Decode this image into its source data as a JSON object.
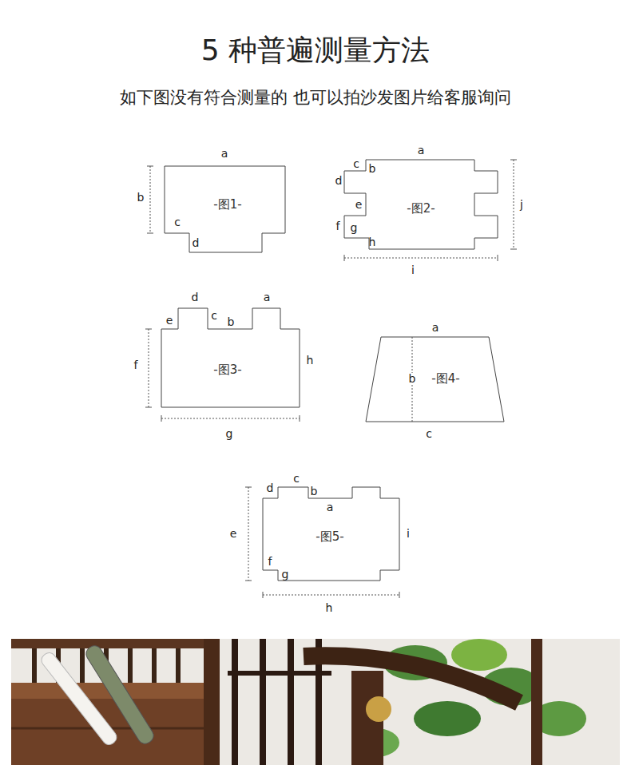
{
  "diagram": {
    "title": "5 种普遍测量方法",
    "nodes": [
      {
        "text": [
          "-图1-"
        ]
      },
      {
        "text": [
          "-图2-"
        ]
      },
      {
        "text": [
          "-图3-"
        ]
      },
      {
        "text": [
          "-图4-"
        ]
      },
      {
        "text": [
          "-图5-"
        ]
      }
    ],
    "labels": [
      "如下图没有符合测量的 也可以拍沙发图片给客服询问",
      "a",
      "b",
      "c",
      "d",
      "a",
      "c",
      "b",
      "d",
      "e",
      "f",
      "g",
      "h",
      "j",
      "i",
      "d",
      "a",
      "e",
      "c",
      "b",
      "f",
      "h",
      "g",
      "a",
      "b",
      "c",
      "c",
      "d",
      "b",
      "a",
      "e",
      "i",
      "f",
      "g",
      "h"
    ]
  }
}
